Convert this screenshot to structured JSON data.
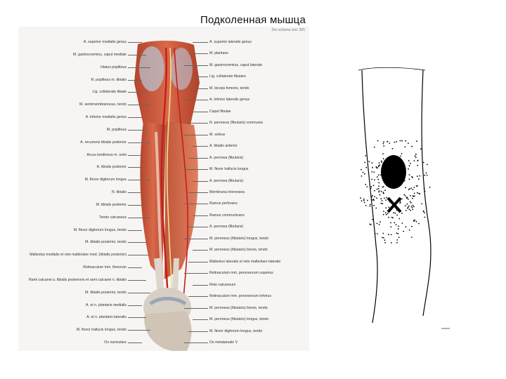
{
  "slide": {
    "title": "Подколенная мышца"
  },
  "plate": {
    "ref": "Der sсheme cmt. 305",
    "left_labels": [
      "A. superior medialis genus",
      "M. gastrocnemius, caput mediale",
      "Hiatus popliteus",
      "N. popliteus m. tibialis",
      "Lig. collaterale tibiale",
      "M. semimembranosus, tendo",
      "A. inferior medialis genus",
      "M. popliteus",
      "A. recurrens tibialis posterior",
      "Arcus tendineus m. solei",
      "A. tibialis posterior",
      "M. flexor digitorum longus",
      "N. tibialis",
      "M. tibialis posterior",
      "Tendo calcaneus",
      "M. flexor digitorum longus, tendo",
      "M. tibialis posterior, tendo",
      "Malleolus medialis et rete malleolare med. (tibialis posterior)",
      "Retinaculum mm. flexorum",
      "Rami calcanei a. tibialis posterioris et rami calcanei n. tibialis",
      "M. tibialis posterior, tendo",
      "A. et n. plantaris medialis",
      "A. et n. plantaris lateralis",
      "M. flexor hallucis longus, tendo",
      "Os naviculare"
    ],
    "right_labels": [
      "A. superior lateralis genus",
      "M. plantaris",
      "M. gastrocnemius, caput laterale",
      "Lig. collaterale fibulare",
      "M. biceps femoris, tendo",
      "A. inferior lateralis genus",
      "Caput fibulae",
      "N. peroneus (fibularis) communis",
      "M. soleus",
      "A. tibialis anterior",
      "A. peronea (fibularis)",
      "M. flexor hallucis longus",
      "A. peronea (fibularis)",
      "Membrana interossea",
      "Ramus perforans",
      "Ramus communicans",
      "A. peronea (fibularis)",
      "M. peroneus (fibularis) longus, tendo",
      "M. peroneus (fibularis) brevis, tendo",
      "Malleolus lateralis et rete malleolare laterale",
      "Retinaculum mm. peroneorum superius",
      "Rete calcaneum",
      "Retinaculum mm. peroneorum inferius",
      "M. peroneus (fibularis) brevis, tendo",
      "M. peroneus (fibularis) longus, tendo",
      "M. flexor digitorum longus, tendo",
      "Os metatarsale V"
    ]
  }
}
